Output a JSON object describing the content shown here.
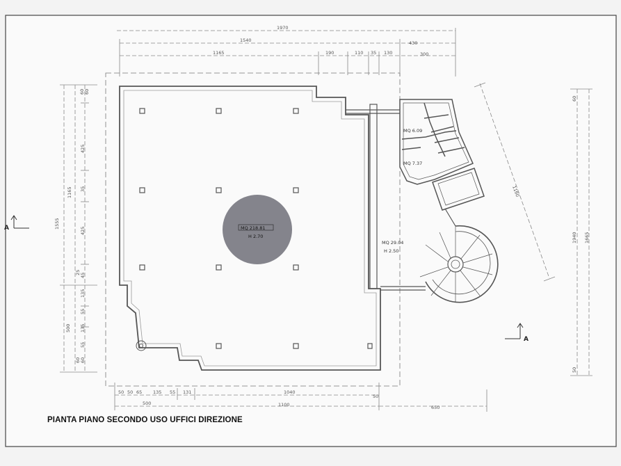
{
  "caption": "PIANTA PIANO SECONDO USO UFFICI DIREZIONE",
  "section_marks": {
    "left": "A",
    "right": "A"
  },
  "rooms": {
    "main": {
      "area": "MQ 218.81",
      "height": "H 2.70"
    },
    "corridor": {
      "area": "MQ 29.04",
      "height": "H 2.50"
    },
    "service_1": {
      "area": "MQ 6.09"
    },
    "service_2": {
      "area": "MQ 7.37"
    }
  },
  "dimensions": {
    "top": [
      "1970",
      "1540",
      "430",
      "1165",
      "190",
      "110",
      "35",
      "130",
      "300"
    ],
    "left_outer": [
      "1555",
      "1165",
      "500"
    ],
    "left_inner": [
      "60",
      "60",
      "425",
      "35",
      "425",
      "25",
      "45",
      "135",
      "55",
      "135",
      "55",
      "60",
      "60"
    ],
    "bottom": [
      "50",
      "50",
      "65",
      "135",
      "55",
      "131",
      "1040",
      "50",
      "500",
      "1100",
      "650"
    ],
    "right": [
      "60",
      "1940",
      "1665",
      "50"
    ],
    "diagonal": "1160"
  },
  "colors": {
    "line": "#555555",
    "ink": "#333333",
    "stamp": "#6f6f78"
  }
}
